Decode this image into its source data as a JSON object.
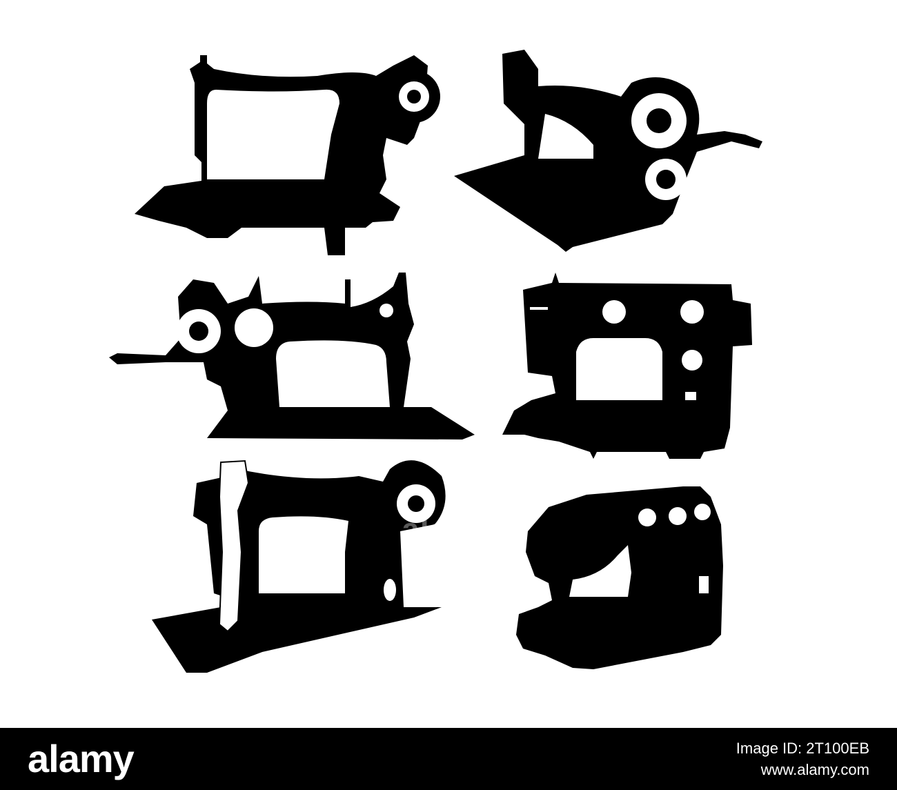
{
  "illustration": {
    "items": [
      {
        "name": "vintage-treadle-sewing-machine"
      },
      {
        "name": "hand-crank-sewing-machine"
      },
      {
        "name": "hand-crank-sewing-machine-left"
      },
      {
        "name": "electric-sewing-machine"
      },
      {
        "name": "antique-sewing-machine-white-needle-bar"
      },
      {
        "name": "modern-computerized-sewing-machine"
      }
    ],
    "colors": {
      "fill": "#000000",
      "background": "#ffffff"
    }
  },
  "watermark": {
    "text": "alamy"
  },
  "footer": {
    "logo": "alamy",
    "image_id_label": "Image ID: 2T100EB",
    "site": "www.alamy.com"
  }
}
